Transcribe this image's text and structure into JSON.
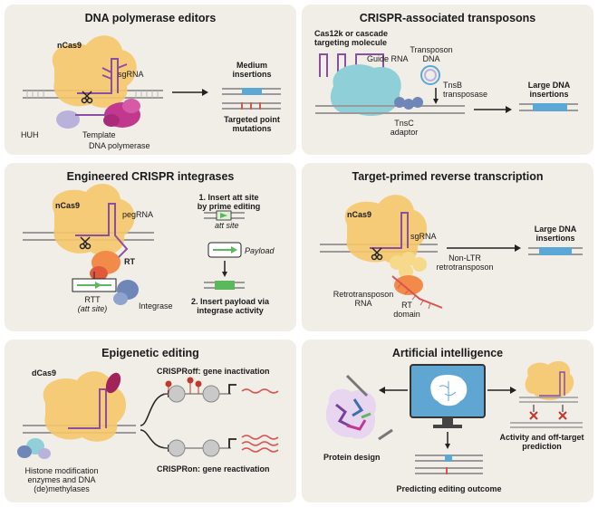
{
  "panels": {
    "p1": {
      "title": "DNA polymerase editors",
      "ncas9": "nCas9",
      "sgrna": "sgRNA",
      "huh": "HUH",
      "template": "Template",
      "dna_polymerase": "DNA polymerase",
      "medium_line1": "Medium",
      "medium_line2": "insertions",
      "targeted_line1": "Targeted point",
      "targeted_line2": "mutations"
    },
    "p2": {
      "title": "CRISPR-associated transposons",
      "cas12k_line1": "Cas12k or cascade",
      "cas12k_line2": "targeting molecule",
      "guide_rna": "Guide RNA",
      "transposon_line1": "Transposon",
      "transposon_line2": "DNA",
      "tnsb_line1": "TnsB",
      "tnsb_line2": "transposase",
      "tnsc_line1": "TnsC",
      "tnsc_line2": "adaptor",
      "large_line1": "Large DNA",
      "large_line2": "insertions"
    },
    "p3": {
      "title": "Engineered CRISPR integrases",
      "ncas9": "nCas9",
      "pegrna": "pegRNA",
      "rt": "RT",
      "rtt": "RTT",
      "att_site_paren": "(att site)",
      "integrase": "Integrase",
      "step1_line1": "1. Insert att site",
      "step1_line2": "by prime editing",
      "att_site": "att site",
      "payload": "Payload",
      "step2_line1": "2. Insert payload via",
      "step2_line2": "integrase activity"
    },
    "p4": {
      "title": "Target-primed reverse transcription",
      "ncas9": "nCas9",
      "sgrna": "sgRNA",
      "nonltr_line1": "Non-LTR",
      "nonltr_line2": "retrotransposon",
      "retro_line1": "Retrotransposon",
      "retro_line2": "RNA",
      "rt_line1": "RT",
      "rt_line2": "domain",
      "large_line1": "Large DNA",
      "large_line2": "insertions"
    },
    "p5": {
      "title": "Epigenetic editing",
      "dcas9": "dCas9",
      "crisproff": "CRISPRoff: gene inactivation",
      "crispron": "CRISPRon: gene reactivation",
      "histone_line1": "Histone modification",
      "histone_line2": "enzymes and DNA",
      "histone_line3": "(de)methylases"
    },
    "p6": {
      "title": "Artificial intelligence",
      "protein_design": "Protein design",
      "activity_line1": "Activity and off-target",
      "activity_line2": "prediction",
      "predicting": "Predicting editing outcome"
    }
  },
  "colors": {
    "panel_bg": "#f1eee8",
    "cas9_yellow": "#f6c66a",
    "rna_purple": "#8a4fa3",
    "dna_gray": "#9a9a9a",
    "dna_blue": "#5ba8d6",
    "dna_red": "#d9534f",
    "polymerase_magenta": "#c2388f",
    "huh_lavender": "#b9b3dc",
    "rt_orange": "#f28a4a",
    "integrase_blue": "#6f86b8",
    "transposase_teal": "#8fd0d8",
    "monitor_blue": "#5fa6d3",
    "insertion_green": "#5cb85c"
  },
  "icons": [
    "scissors-icon",
    "monitor-brain-icon",
    "protein-icon",
    "nucleosome-icon",
    "promoter-arrow-icon",
    "methyl-mark-icon"
  ]
}
